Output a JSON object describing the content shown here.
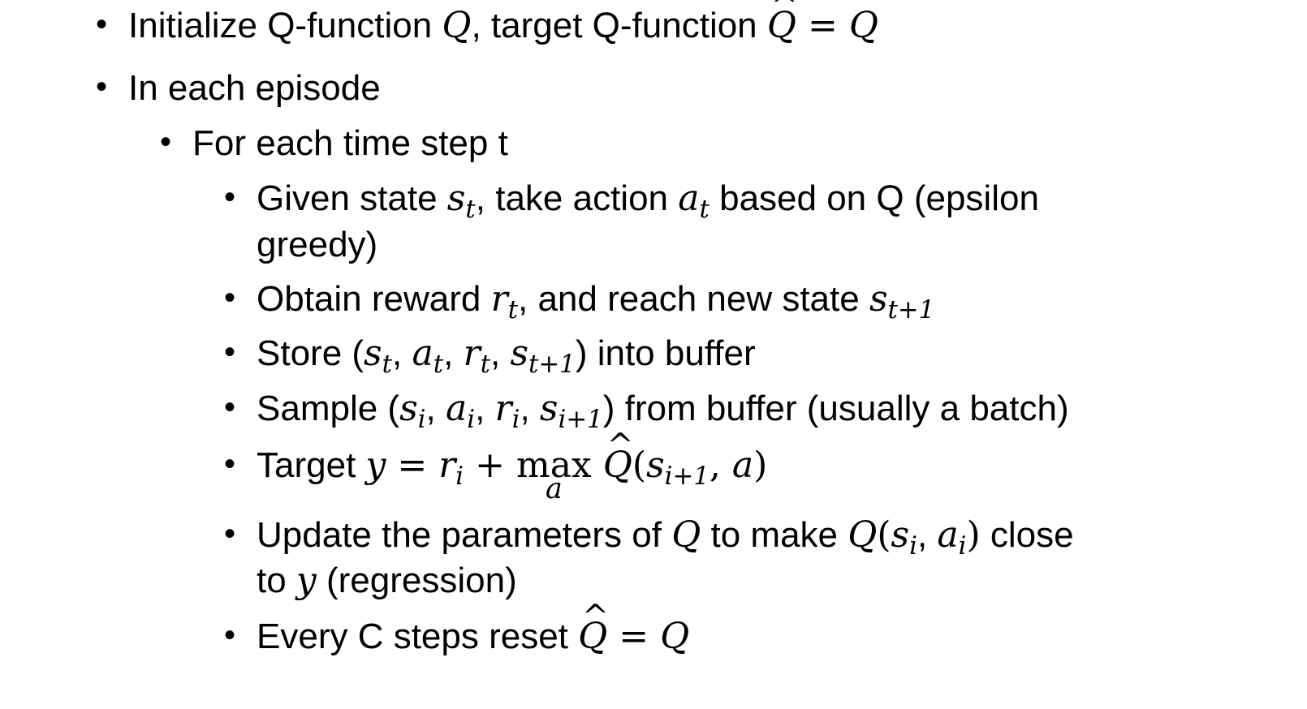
{
  "bullets": [
    {
      "level": 1,
      "parts": [
        {
          "t": "Initialize Q-function "
        },
        {
          "m": "Q"
        },
        {
          "t": ", target Q-function "
        },
        {
          "mh": "Q"
        },
        {
          "mr": " = "
        },
        {
          "m": "Q"
        }
      ]
    },
    {
      "level": 1,
      "parts": [
        {
          "t": "In each episode"
        }
      ]
    },
    {
      "level": 2,
      "parts": [
        {
          "t": "For each time step t"
        }
      ]
    },
    {
      "level": 3,
      "parts": [
        {
          "t": "Given state "
        },
        {
          "m": "s",
          "sub": "t"
        },
        {
          "t": ", take action "
        },
        {
          "m": "a",
          "sub": "t"
        },
        {
          "t": " based on Q (epsilon"
        }
      ],
      "cont": "greedy)"
    },
    {
      "level": 3,
      "parts": [
        {
          "t": "Obtain reward "
        },
        {
          "m": "r",
          "sub": "t"
        },
        {
          "t": ", and reach new state "
        },
        {
          "m": "s",
          "sub": "t+1"
        }
      ]
    },
    {
      "level": 3,
      "parts": [
        {
          "t": "Store ("
        },
        {
          "m": "s",
          "sub": "t"
        },
        {
          "t": ", "
        },
        {
          "m": "a",
          "sub": "t"
        },
        {
          "t": ", "
        },
        {
          "m": "r",
          "sub": "t"
        },
        {
          "t": ", "
        },
        {
          "m": "s",
          "sub": "t+1"
        },
        {
          "t": ") into buffer"
        }
      ]
    },
    {
      "level": 3,
      "parts": [
        {
          "t": "Sample ("
        },
        {
          "m": "s",
          "sub": "i"
        },
        {
          "t": ", "
        },
        {
          "m": "a",
          "sub": "i"
        },
        {
          "t": ", "
        },
        {
          "m": "r",
          "sub": "i"
        },
        {
          "t": ", "
        },
        {
          "m": "s",
          "sub": "i+1"
        },
        {
          "t": ") from buffer (usually a batch)"
        }
      ]
    },
    {
      "level": 3,
      "parts": [
        {
          "t": "Target "
        },
        {
          "m": "y"
        },
        {
          "mr": " = "
        },
        {
          "m": "r",
          "sub": "i"
        },
        {
          "mr": " + "
        },
        {
          "max": "max",
          "under": "a"
        },
        {
          "mr": " "
        },
        {
          "mh": "Q"
        },
        {
          "mr": "("
        },
        {
          "m": "s",
          "sub": "i+1"
        },
        {
          "mr": ", "
        },
        {
          "m": "a"
        },
        {
          "mr": ")"
        }
      ]
    },
    {
      "level": 3,
      "parts": [
        {
          "t": "Update the parameters of "
        },
        {
          "m": "Q"
        },
        {
          "t": " to make "
        },
        {
          "m": "Q"
        },
        {
          "mr": "("
        },
        {
          "m": "s",
          "sub": "i"
        },
        {
          "t": ", "
        },
        {
          "m": "a",
          "sub": "i"
        },
        {
          "mr": ")"
        },
        {
          "t": " close"
        }
      ],
      "cont_parts": [
        {
          "t": "to "
        },
        {
          "m": "y"
        },
        {
          "t": " (regression)"
        }
      ]
    },
    {
      "level": 3,
      "parts": [
        {
          "t": "Every C steps reset "
        },
        {
          "mh": "Q"
        },
        {
          "mr": " = "
        },
        {
          "m": "Q"
        }
      ]
    }
  ]
}
